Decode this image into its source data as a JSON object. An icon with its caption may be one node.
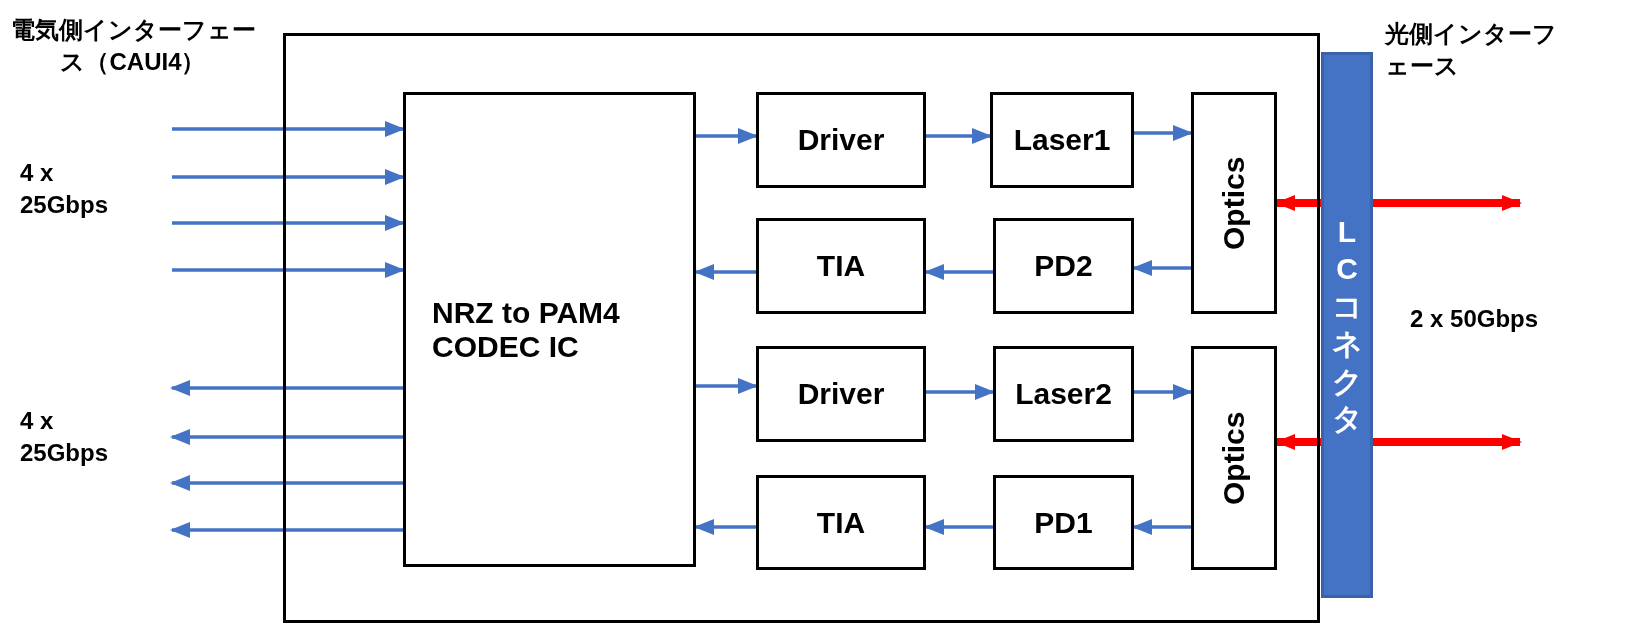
{
  "diagram": {
    "nodes": [
      {
        "text": [],
        "shape": "box"
      },
      {
        "text": [
          "NRZ to PAM4 CODEC IC"
        ],
        "in": 0
      },
      {
        "text": [
          "Driver"
        ],
        "in": 0
      },
      {
        "text": [
          "Laser1"
        ],
        "in": 0
      },
      {
        "text": [
          "Optics"
        ],
        "in": 0
      },
      {
        "text": [
          "TIA"
        ],
        "in": 0
      },
      {
        "text": [
          "PD2"
        ],
        "in": 0
      },
      {
        "text": [
          "Driver"
        ],
        "in": 0
      },
      {
        "text": [
          "Laser2"
        ],
        "in": 0
      },
      {
        "text": [
          "Optics"
        ],
        "in": 0
      },
      {
        "text": [
          "TIA"
        ],
        "in": 0
      },
      {
        "text": [
          "PD1"
        ],
        "in": 0
      },
      {
        "text": [
          "LCコネクタ"
        ]
      }
    ],
    "edges": [
      {
        "from": null,
        "to": 1,
        "arrow": "to"
      },
      {
        "from": null,
        "to": 1,
        "arrow": "to"
      },
      {
        "from": null,
        "to": 1,
        "arrow": "to"
      },
      {
        "from": null,
        "to": 1,
        "arrow": "to"
      },
      {
        "from": 1,
        "to": null,
        "arrow": "to"
      },
      {
        "from": 1,
        "to": null,
        "arrow": "to"
      },
      {
        "from": 1,
        "to": null,
        "arrow": "to"
      },
      {
        "from": 1,
        "to": null,
        "arrow": "to"
      },
      {
        "from": 1,
        "to": 2,
        "arrow": "to"
      },
      {
        "from": 2,
        "to": 3,
        "arrow": "to"
      },
      {
        "from": 3,
        "to": 4,
        "arrow": "to"
      },
      {
        "from": 4,
        "to": 6,
        "arrow": "to"
      },
      {
        "from": 6,
        "to": 5,
        "arrow": "to"
      },
      {
        "from": 5,
        "to": 1,
        "arrow": "to"
      },
      {
        "from": 1,
        "to": 7,
        "arrow": "to"
      },
      {
        "from": 7,
        "to": 8,
        "arrow": "to"
      },
      {
        "from": 8,
        "to": 9,
        "arrow": "to"
      },
      {
        "from": 9,
        "to": 11,
        "arrow": "to"
      },
      {
        "from": 11,
        "to": 10,
        "arrow": "to"
      },
      {
        "from": 10,
        "to": 1,
        "arrow": "to"
      },
      {
        "from": 4,
        "to": null,
        "arrow": "both",
        "style": "thick",
        "color": "#ff0000"
      },
      {
        "from": 9,
        "to": null,
        "arrow": "both",
        "style": "thick",
        "color": "#ff0000"
      }
    ],
    "labels": [
      "電気側インターフェース（CAUI4）",
      "4 x 25Gbps",
      "4 x 25Gbps",
      "光側インターフェース",
      "2 x 50Gbps"
    ]
  }
}
